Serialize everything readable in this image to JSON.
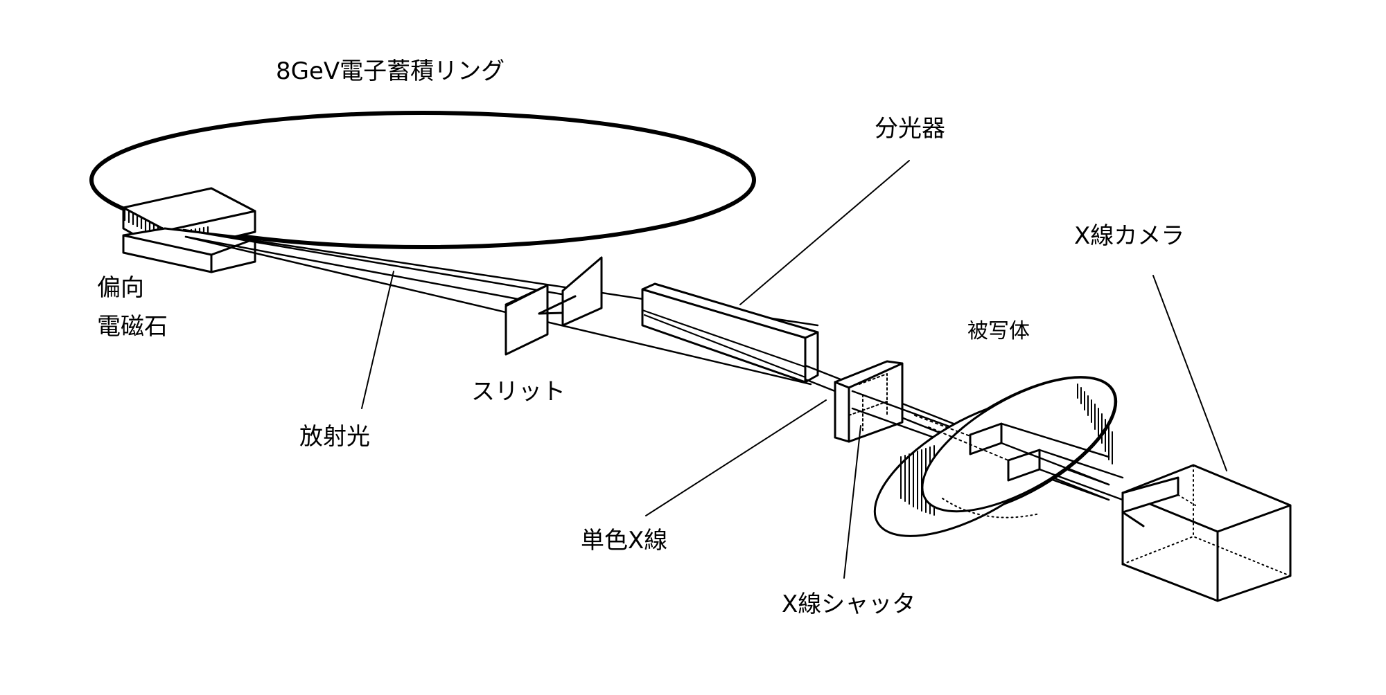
{
  "labels": {
    "storage_ring": "8GeV電子蓄積リング",
    "bending_magnet_line1": "偏向",
    "bending_magnet_line2": "電磁石",
    "radiation": "放射光",
    "slit": "スリット",
    "monochromator": "分光器",
    "mono_xray": "単色X線",
    "xray_shutter": "X線シャッタ",
    "subject": "被写体",
    "xray_camera": "X線カメラ"
  },
  "colors": {
    "ink": "#000000",
    "background": "#ffffff"
  }
}
